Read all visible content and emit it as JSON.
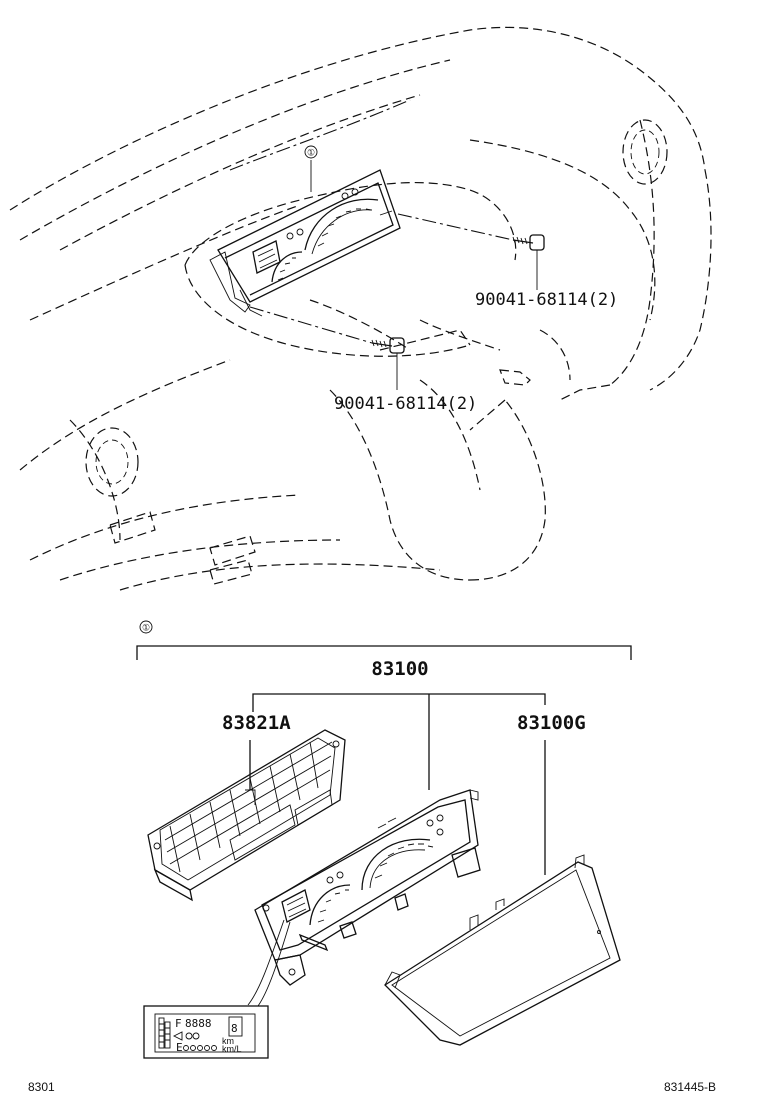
{
  "callout_mark": "①",
  "parts": {
    "screw_upper": "90041-68114(2)",
    "screw_lower": "90041-68114(2)",
    "assembly": "83100",
    "cover": "83821A",
    "glass": "83100G"
  },
  "lcd": {
    "fuel_label": "F",
    "odometer": "8888",
    "gear": "8",
    "empty_label": "E",
    "unit_km": "km",
    "unit_kml": "km/L"
  },
  "footer": {
    "left_code": "8301",
    "right_code": "831445-B"
  }
}
